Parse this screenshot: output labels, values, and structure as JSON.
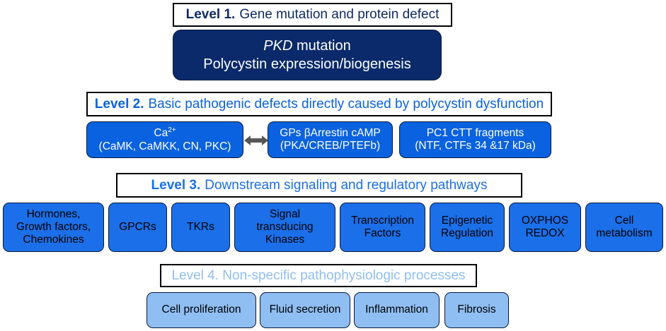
{
  "level1": {
    "label": "Level 1.",
    "title": "Gene mutation and protein defect",
    "box": {
      "italic": "PKD",
      "line1_rest": " mutation",
      "line2": "Polycystin expression/biogenesis"
    }
  },
  "level2": {
    "label": "Level 2.",
    "title": "Basic pathogenic defects directly caused by polycystin dysfunction",
    "boxes": [
      {
        "line1": "Ca",
        "sup": "2+",
        "line2": "(CaMK, CaMKK, CN, PKC)"
      },
      {
        "line1": "GPs βArrestin cAMP",
        "line2": "(PKA/CREB/PTEFb)"
      },
      {
        "line1": "PC1 CTT fragments",
        "line2": "(NTF, CTFs 34 &17 kDa)"
      }
    ]
  },
  "level3": {
    "label": "Level 3.",
    "title": "Downstream signaling and regulatory pathways",
    "boxes": [
      {
        "lines": [
          "Hormones,",
          "Growth factors,",
          "Chemokines"
        ]
      },
      {
        "lines": [
          "GPCRs"
        ]
      },
      {
        "lines": [
          "TKRs"
        ]
      },
      {
        "lines": [
          "Signal",
          "transducing",
          "Kinases"
        ]
      },
      {
        "lines": [
          "Transcription",
          "Factors"
        ]
      },
      {
        "lines": [
          "Epigenetic",
          "Regulation"
        ]
      },
      {
        "lines": [
          "OXPHOS",
          "REDOX"
        ]
      },
      {
        "lines": [
          "Cell",
          "metabolism"
        ]
      }
    ]
  },
  "level4": {
    "title": "Level 4. Non-specific pathophysiologic processes",
    "boxes": [
      {
        "label": "Cell proliferation"
      },
      {
        "label": "Fluid secretion"
      },
      {
        "label": "Inflammation"
      },
      {
        "label": "Fibrosis"
      }
    ]
  },
  "colors": {
    "level1": "#0a2a6b",
    "level2": "#0a62e0",
    "level3": "#1b6fe8",
    "level4": "#8fbef2",
    "connector": "#555555"
  }
}
